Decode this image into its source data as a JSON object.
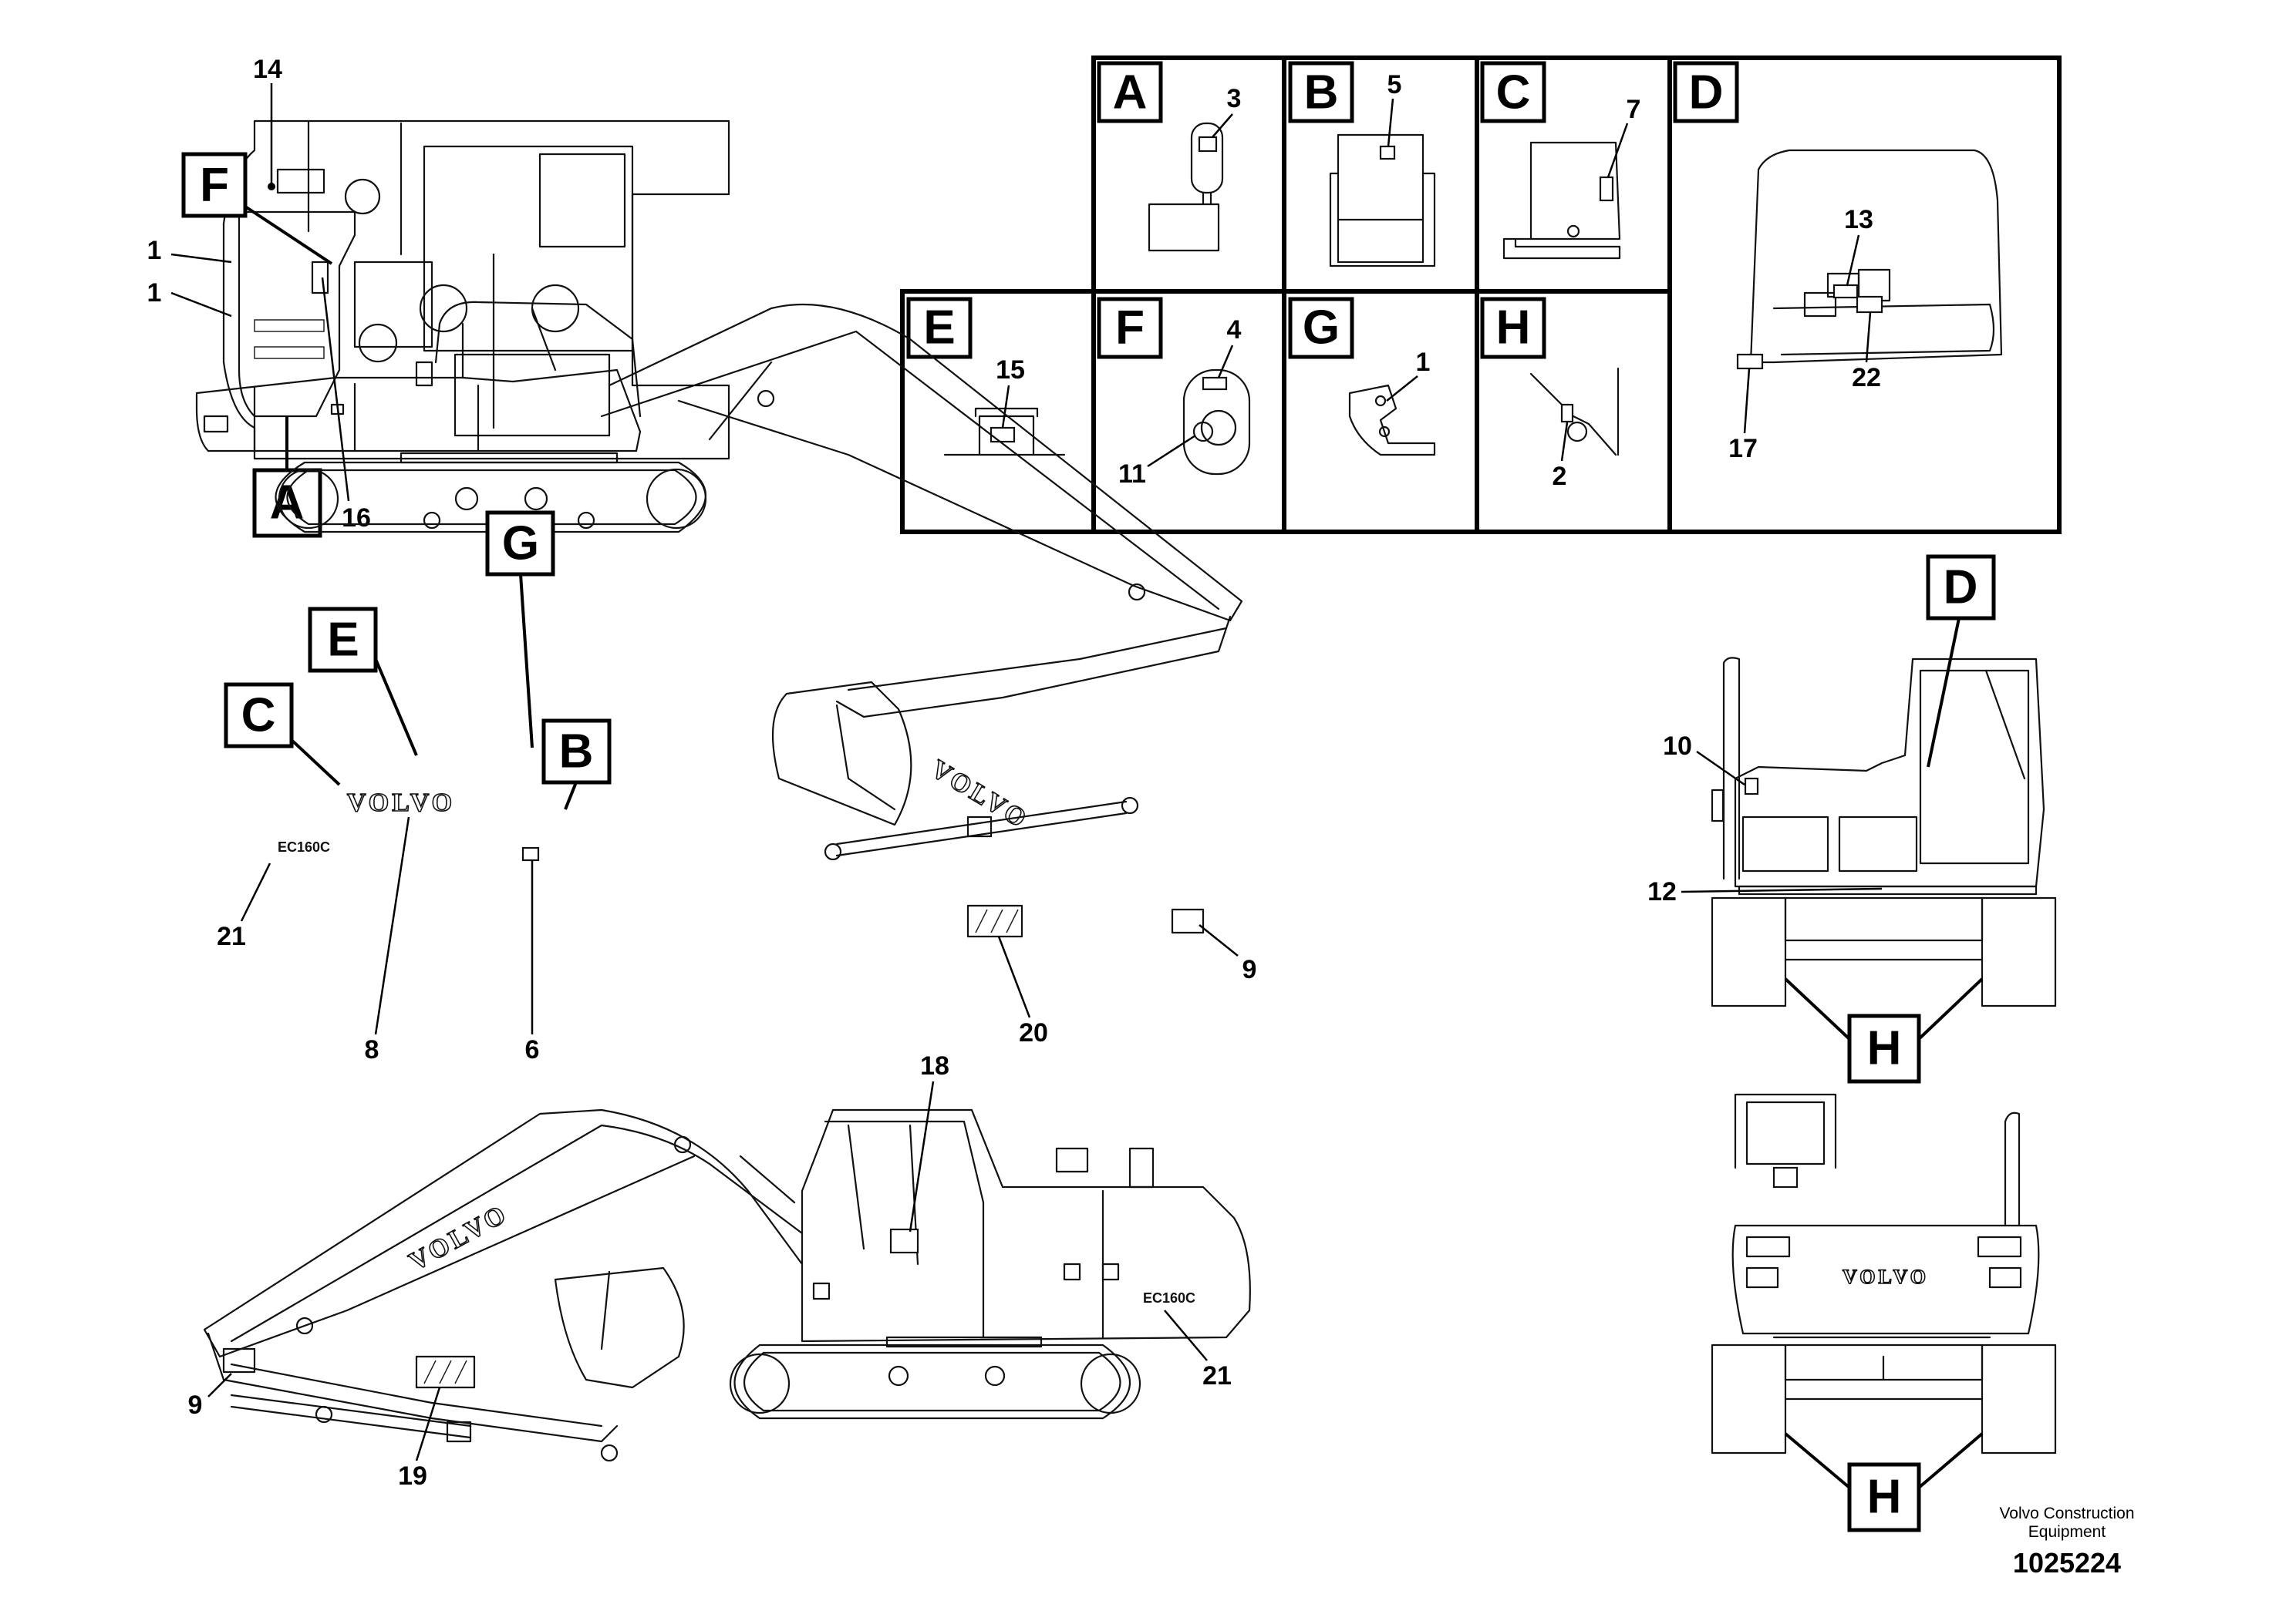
{
  "callout_letters": {
    "a": "A",
    "b": "B",
    "c": "C",
    "d": "D",
    "e": "E",
    "f": "F",
    "g": "G",
    "h": "H"
  },
  "item_numbers": {
    "n1": "1",
    "n2": "2",
    "n3": "3",
    "n4": "4",
    "n5": "5",
    "n6": "6",
    "n7": "7",
    "n8": "8",
    "n9": "9",
    "n10": "10",
    "n11": "11",
    "n12": "12",
    "n13": "13",
    "n14": "14",
    "n15": "15",
    "n16": "16",
    "n17": "17",
    "n18": "18",
    "n19": "19",
    "n20": "20",
    "n21": "21",
    "n22": "22"
  },
  "brand_lettering": "VOLVO",
  "model_badge": "EC160C",
  "footer": {
    "company_line1": "Volvo Construction",
    "company_line2": "Equipment",
    "drawing_number": "1025224"
  }
}
